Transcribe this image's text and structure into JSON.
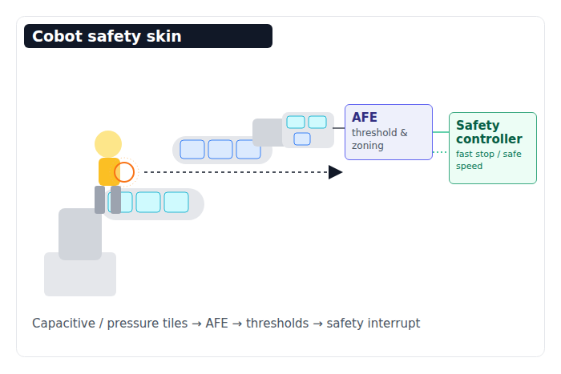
{
  "diagram": {
    "title": "Cobot safety skin",
    "caption": "Capacitive / pressure tiles → AFE → thresholds → safety interrupt",
    "nodes": [
      {
        "text": [
          "AFE",
          "threshold & zoning"
        ]
      },
      {
        "text": [
          "Safety controller",
          "fast stop / safe speed"
        ]
      }
    ],
    "edges": [
      {
        "from": 0,
        "to": 1,
        "arrow": "none"
      },
      {
        "from": 0,
        "to": 1,
        "arrow": "none"
      }
    ]
  }
}
